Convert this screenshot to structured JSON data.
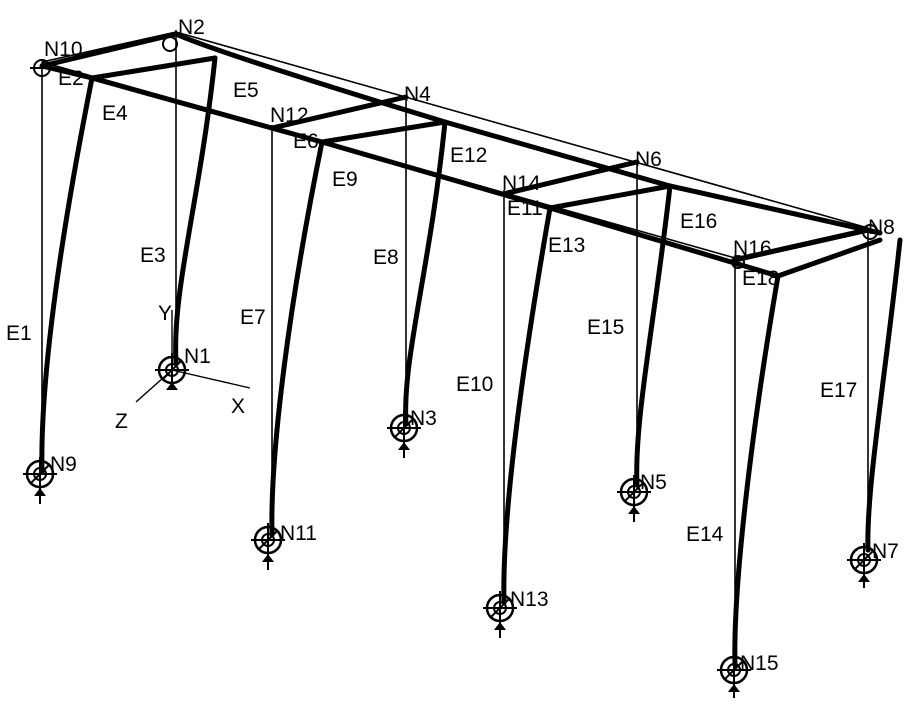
{
  "colors": {
    "ink": "#000000",
    "background": "#ffffff"
  },
  "axis_labels": {
    "x": "X",
    "y": "Y",
    "z": "Z"
  },
  "nodes": [
    {
      "id": "N1",
      "support": true
    },
    {
      "id": "N2",
      "support": false
    },
    {
      "id": "N3",
      "support": true
    },
    {
      "id": "N4",
      "support": false
    },
    {
      "id": "N5",
      "support": true
    },
    {
      "id": "N6",
      "support": false
    },
    {
      "id": "N7",
      "support": true
    },
    {
      "id": "N8",
      "support": false
    },
    {
      "id": "N9",
      "support": true
    },
    {
      "id": "N10",
      "support": false
    },
    {
      "id": "N11",
      "support": true
    },
    {
      "id": "N12",
      "support": false
    },
    {
      "id": "N13",
      "support": true
    },
    {
      "id": "N14",
      "support": false
    },
    {
      "id": "N15",
      "support": true
    },
    {
      "id": "N16",
      "support": false
    }
  ],
  "elements": [
    "E1",
    "E2",
    "E3",
    "E4",
    "E5",
    "E6",
    "E7",
    "E8",
    "E9",
    "E10",
    "E11",
    "E12",
    "E13",
    "E14",
    "E15",
    "E16",
    "E17",
    "E18"
  ]
}
